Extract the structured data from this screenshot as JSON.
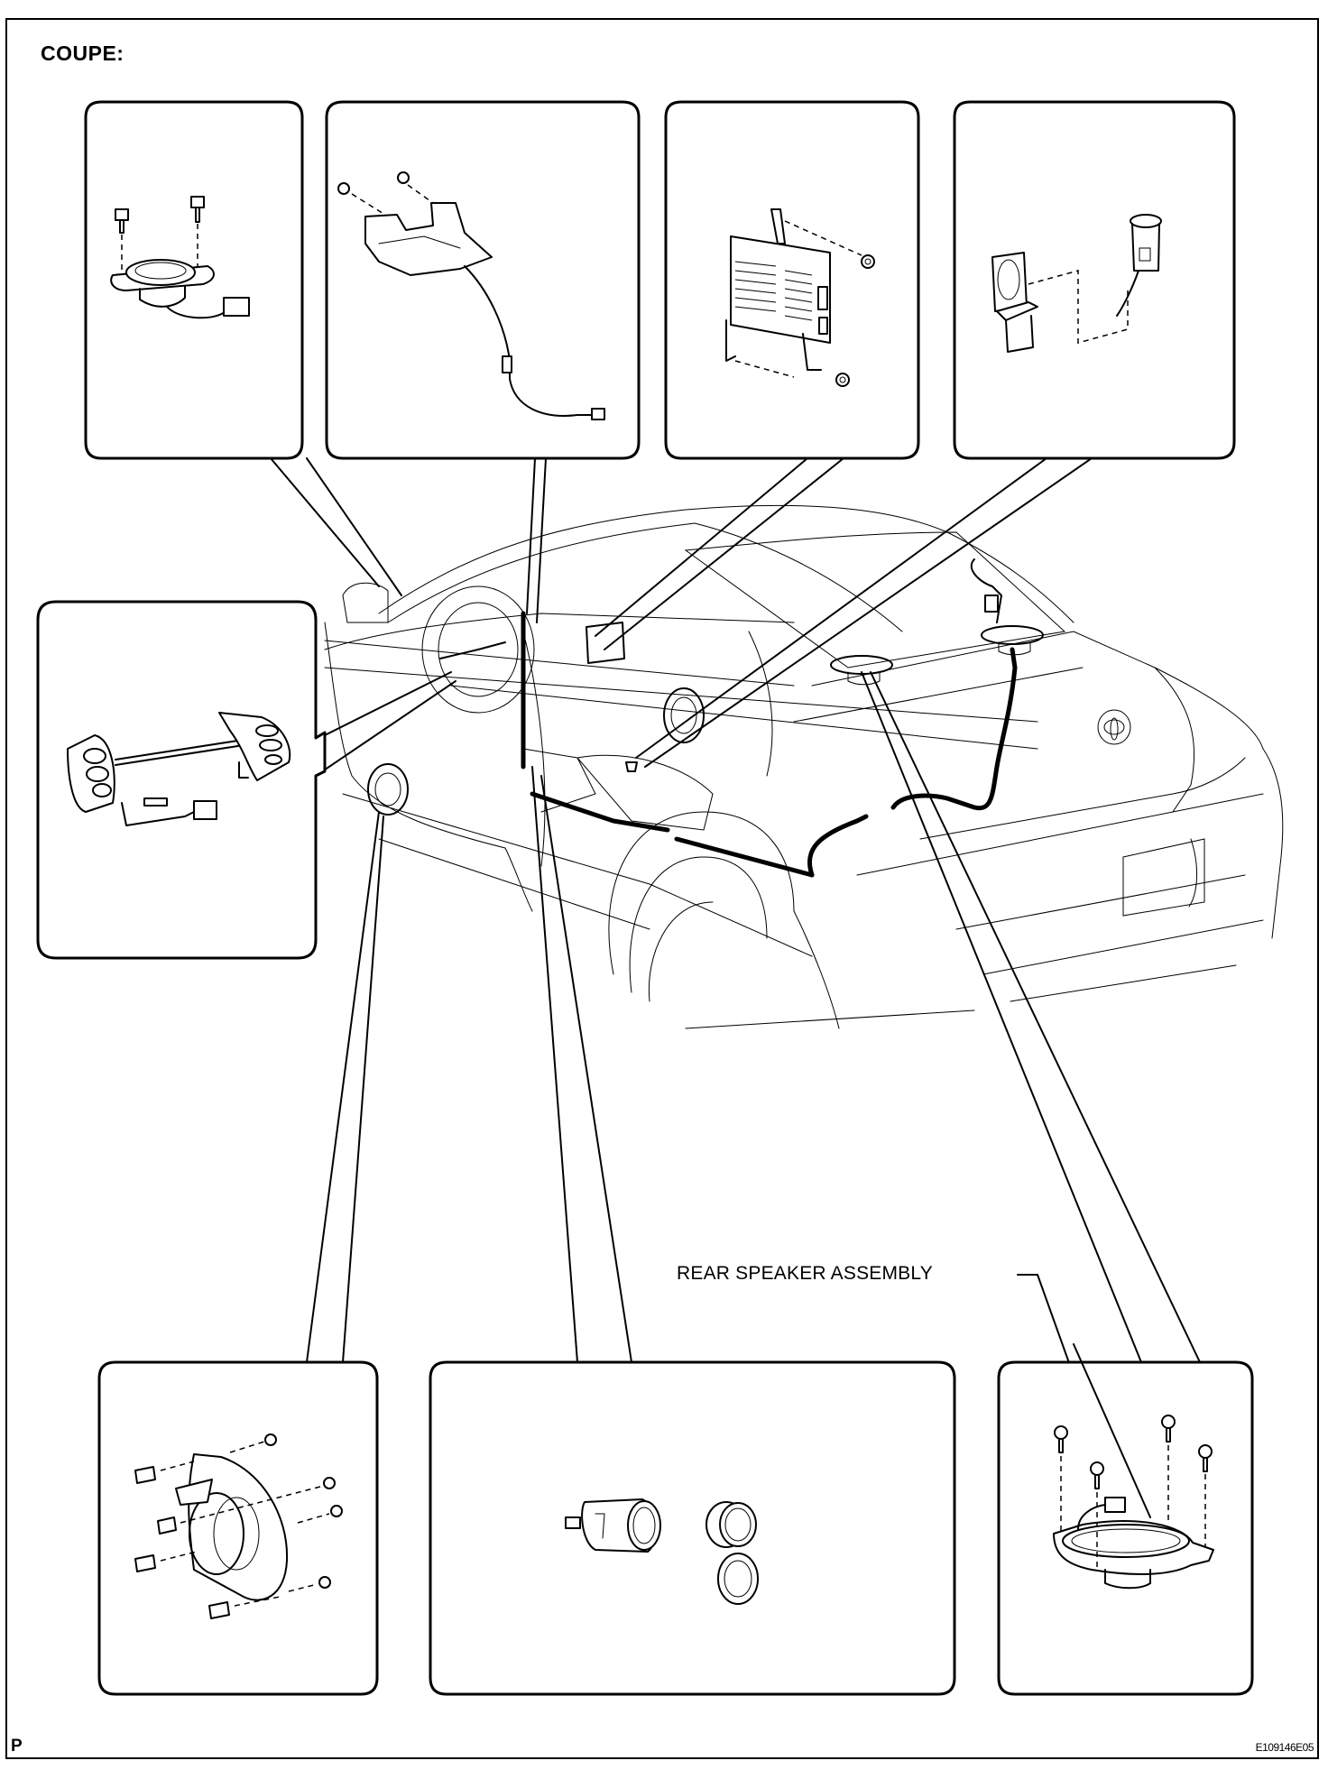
{
  "diagram": {
    "title": "COUPE:",
    "footer_left": "P",
    "figure_id": "E109146E05",
    "callouts": [
      {
        "label": "REAR SPEAKER ASSEMBLY"
      }
    ],
    "panels": [
      {
        "id": "front-tweeter",
        "component": "tweeter-speaker-with-2-screws"
      },
      {
        "id": "steering-pad-switch-harness",
        "component": "bracket-with-wire-harness"
      },
      {
        "id": "amplifier",
        "component": "stereo-amplifier-with-2-nuts"
      },
      {
        "id": "power-outlet-rear",
        "component": "power-outlet-socket"
      },
      {
        "id": "steering-switch",
        "component": "steering-pad-switch-assembly"
      },
      {
        "id": "front-door-speaker",
        "component": "door-speaker-with-clips-and-screws"
      },
      {
        "id": "cigarette-lighter",
        "component": "lighter-socket-and-cap"
      },
      {
        "id": "rear-speaker",
        "component": "rear-speaker-with-4-screws"
      }
    ]
  }
}
